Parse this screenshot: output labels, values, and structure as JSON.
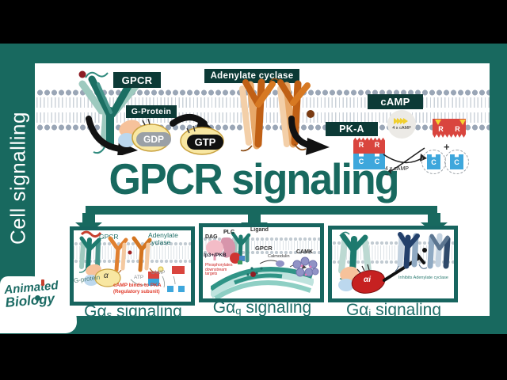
{
  "sidebar": {
    "vertical_title": "Cell signalling"
  },
  "logo": {
    "line1": "Animated",
    "line2": "Biology"
  },
  "title": "GPCR signaling",
  "top_diagram": {
    "gpcr_label": "GPCR",
    "g_protein_label": "G-Protein",
    "gdp_label": "GDP",
    "gtp_label": "GTP",
    "adenylate_cyclase_label": "Adenylate cyclase",
    "camp_label": "cAMP",
    "pka_label": "PK-A",
    "camp_count_top": "4 x cAMP",
    "camp_count_bottom": "4 x cAMP",
    "plus": "+",
    "r_subunit": "R",
    "c_subunit": "C"
  },
  "panels": {
    "gas": {
      "caption": {
        "base": "Gα",
        "sub": "s",
        "rest": " signaling"
      },
      "labels": {
        "gpcr": "GPCR",
        "adenylate_1": "Adenylate",
        "adenylate_2": "cyclase",
        "g_protein": "G-protein",
        "alpha": "α",
        "atp": "ATP",
        "camp": "cAMP",
        "note_1": "cAMP binds to PKA",
        "note_2": "(Regulatory subunit)"
      }
    },
    "gaq": {
      "caption": {
        "base": "Gα",
        "sub": "q",
        "rest": " signaling"
      },
      "labels": {
        "ligand": "Ligand",
        "gpcr": "GPCR",
        "dag": "DAG",
        "plc": "PLC",
        "ip3": "Ip3+/PKB",
        "calmodulin": "Calmodulin",
        "camk": "CAMK",
        "note": "Phosphorylates downstream targets"
      }
    },
    "gai": {
      "caption": {
        "base": "Gα",
        "sub": "i",
        "rest": " signaling"
      },
      "labels": {
        "alpha_i": "αi",
        "note": "Inhibits Adenylate cyclase"
      }
    }
  }
}
